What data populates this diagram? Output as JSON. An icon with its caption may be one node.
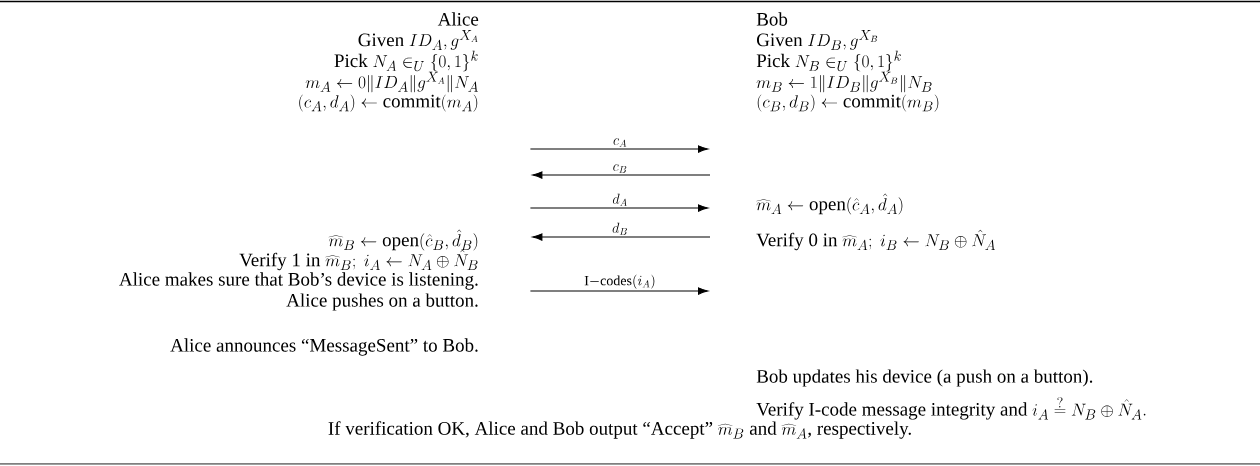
{
  "diagram": {
    "nodes": [
      {
        "text": [
          "Alice",
          "\\mbox{Given }ID_A, g^{X_A}",
          "\\mbox{Pick }N_A \\in_U \\{0,1\\}^k",
          "m_A \\leftarrow 0 \\| ID_A \\| g^{X_A} \\| N_A",
          "(c_A, d_A) \\leftarrow \\mathrm{commit}(m_A)",
          "\\widehat{m}_B \\leftarrow \\mathrm{open}(\\hat{c}_B, \\hat{d}_B)",
          "\\mbox{Verify 1 in }\\widehat{m}_B;\\ i_A \\leftarrow N_A \\oplus \\hat{N}_B",
          "Alice makes sure that Bob’s device is listening.",
          "Alice pushes on a button.",
          "Alice announces “MessageSent” to Bob."
        ]
      },
      {
        "text": [
          "Bob",
          "\\mbox{Given }ID_B, g^{X_B}",
          "\\mbox{Pick }N_B \\in_U \\{0,1\\}^k",
          "m_B \\leftarrow 1 \\| ID_B \\| g^{X_B} \\| N_B",
          "(c_B, d_B) \\leftarrow \\mathrm{commit}(m_B)",
          "\\widehat{m}_A \\leftarrow \\mathrm{open}(\\hat{c}_A, \\hat{d}_A)",
          "\\mbox{Verify 0 in }\\widehat{m}_A;\\ i_B \\leftarrow N_B \\oplus \\hat{N}_A",
          "Bob updates his device (a push on a button).",
          "\\mbox{Verify I-code message integrity and }i_A \\stackrel{?}{=} N_B \\oplus \\hat{N}_A."
        ]
      }
    ],
    "edges": [
      {
        "from": 0,
        "to": 1,
        "arrow": "to",
        "label": "c_A"
      },
      {
        "from": 1,
        "to": 0,
        "arrow": "to",
        "label": "c_B"
      },
      {
        "from": 0,
        "to": 1,
        "arrow": "to",
        "label": "d_A"
      },
      {
        "from": 1,
        "to": 0,
        "arrow": "to",
        "label": "d_B"
      },
      {
        "from": 0,
        "to": 1,
        "arrow": "to",
        "label": "\\mathrm{I{-}codes}(i_A)"
      }
    ],
    "labels": [
      "\\mbox{If verification OK, Alice and Bob output “Accept” }\\widehat{m}_B\\mbox{ and }\\widehat{m}_A\\mbox{, respectively.}"
    ]
  }
}
